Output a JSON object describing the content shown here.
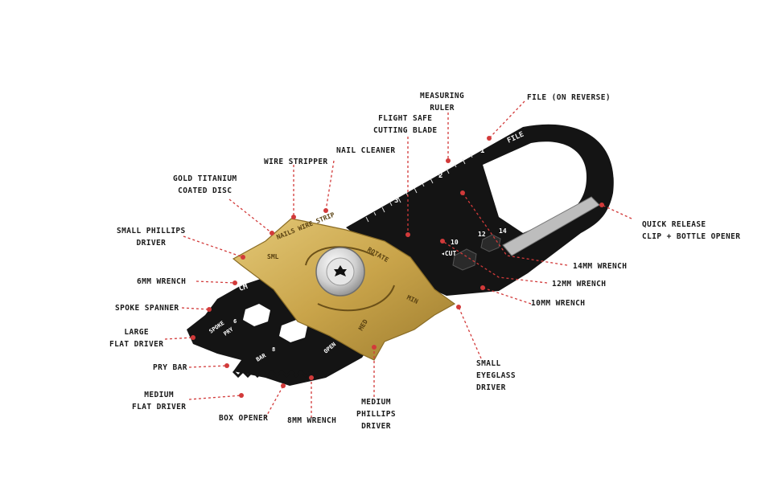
{
  "labels": {
    "measuring_ruler": "MEASURING\nRULER",
    "file_reverse": "FILE (ON REVERSE)",
    "flight_safe_blade": "FLIGHT SAFE\nCUTTING BLADE",
    "nail_cleaner": "NAIL CLEANER",
    "wire_stripper": "WIRE STRIPPER",
    "gold_titanium_disc": "GOLD TITANIUM\nCOATED DISC",
    "small_phillips_driver": "SMALL PHILLIPS\nDRIVER",
    "quick_release": "QUICK RELEASE\nCLIP + BOTTLE OPENER",
    "wrench_14": "14MM WRENCH",
    "wrench_12": "12MM WRENCH",
    "wrench_10": "10MM WRENCH",
    "wrench_6": "6MM WRENCH",
    "spoke_spanner": "SPOKE SPANNER",
    "large_flat_driver": "LARGE\nFLAT DRIVER",
    "pry_bar": "PRY BAR",
    "medium_flat_driver": "MEDIUM\nFLAT DRIVER",
    "box_opener": "BOX OPENER",
    "wrench_8": "8MM WRENCH",
    "medium_phillips_driver": "MEDIUM\nPHILLIPS\nDRIVER",
    "small_eyeglass_driver": "SMALL\nEYEGLASS\nDRIVER"
  },
  "tool_marks": {
    "file": "FILE",
    "ruler_1": "1",
    "ruler_2": "2",
    "ruler_3": "3",
    "rotate": "ROTATE",
    "nails_wire_strip": "NAILS WIRE STRIP",
    "sml": "SML",
    "cm": "CM",
    "min": "MIN",
    "med": "MED",
    "open": "OPEN",
    "spoke": "SPOKE",
    "pry": "PRY",
    "bar": "BAR",
    "six": "6",
    "eight": "8",
    "ten": "10",
    "twelve": "12",
    "fourteen": "14",
    "cut": "◂CUT"
  },
  "colors": {
    "tool_body": "#141414",
    "gold_disc": "#c9a44a",
    "leader": "#d23a3a"
  }
}
